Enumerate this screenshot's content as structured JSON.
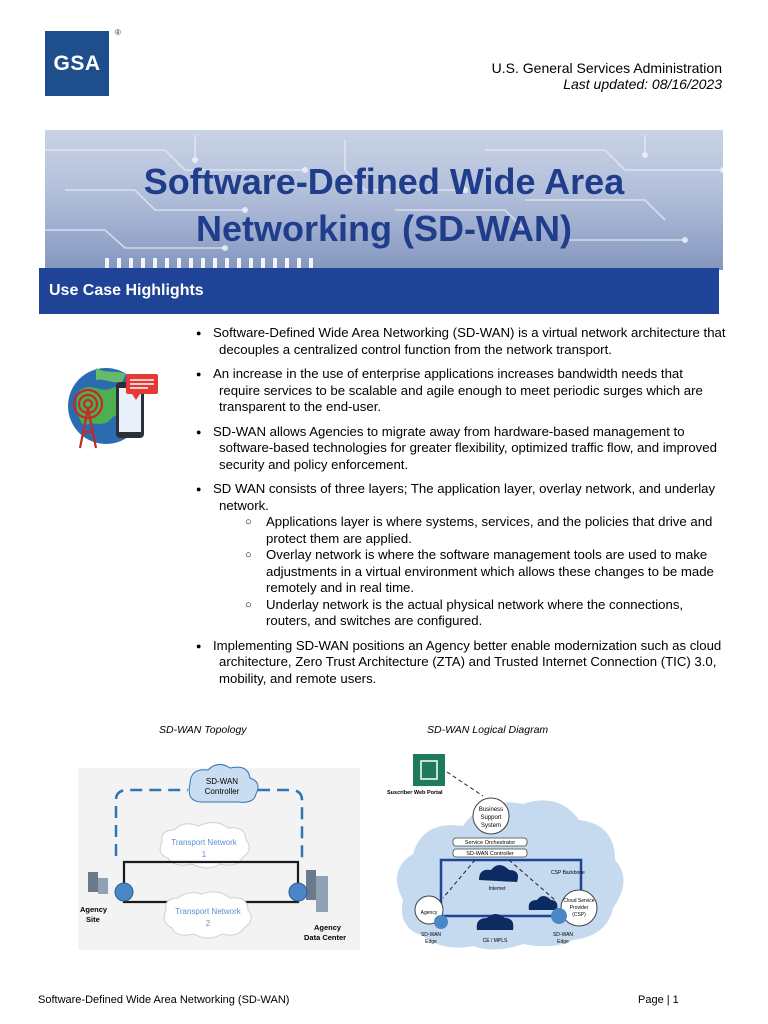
{
  "header": {
    "logo_text": "GSA",
    "registered_mark": "®",
    "agency": "U.S. General Services Administration",
    "last_updated": "Last updated: 08/16/2023"
  },
  "banner": {
    "title_line1": "Software-Defined Wide Area",
    "title_line2": "Networking (SD-WAN)"
  },
  "section": {
    "heading": "Use Case Highlights",
    "graphic_icon": "globe-tablet-antenna-icon"
  },
  "bullets": [
    "Software-Defined Wide Area Networking (SD-WAN) is a virtual network architecture that decouples a centralized control function from the network transport.",
    "An increase in the use of enterprise applications increases bandwidth needs that require services to be scalable and agile enough to meet periodic surges which are transparent to the end-user.",
    "SD-WAN allows Agencies to migrate away from hardware-based management to software-based technologies for greater flexibility, optimized traffic flow, and improved security and policy enforcement.",
    "SD WAN consists of three layers; The application layer, overlay network, and underlay network.",
    "Implementing SD-WAN positions an Agency better enable modernization such as cloud architecture, Zero Trust Architecture (ZTA) and Trusted Internet Connection (TIC) 3.0, mobility, and remote users."
  ],
  "sub_bullets": [
    "Applications layer is where systems, services, and the policies that drive and protect them are applied.",
    "Overlay network is where the software management tools are used to make adjustments in a virtual environment which allows these changes to be made remotely and in real time.",
    "Underlay network is the actual physical network where the connections, routers, and switches are configured."
  ],
  "figures": {
    "topology_caption": "SD-WAN Topology",
    "logical_caption": "SD-WAN Logical Diagram",
    "topology": {
      "controller_1": "SD-WAN",
      "controller_2": "Controller",
      "transport1_1": "Transport Network",
      "transport1_2": "1",
      "transport2_1": "Transport Network",
      "transport2_2": "2",
      "site_1": "Agency",
      "site_2": "Site",
      "dc_1": "Agency",
      "dc_2": "Data Center"
    },
    "logical": {
      "portal": "Suscriber Web Portal",
      "bss_1": "Business",
      "bss_2": "Support",
      "bss_3": "System",
      "orchestrator": "Service Orchestrator",
      "controller": "SD-WAN Controller",
      "backbone": "CSP Backbone",
      "internet": "Internet",
      "agency": "Agency",
      "csp_1": "Cloud Service",
      "csp_2": "Provider",
      "csp_3": "(CSP)",
      "edge_l1": "SD-WAN",
      "edge_l2": "Edge",
      "mpls": "CE / MPLS",
      "edge_r1": "SD-WAN",
      "edge_r2": "Edge"
    }
  },
  "colors": {
    "brand_blue": "#1f4e8c",
    "heading_bar": "#1f4497",
    "title_blue": "#1f3d8a"
  },
  "footer": {
    "left": "Software-Defined Wide Area Networking (SD-WAN)",
    "right": "Page | 1"
  }
}
